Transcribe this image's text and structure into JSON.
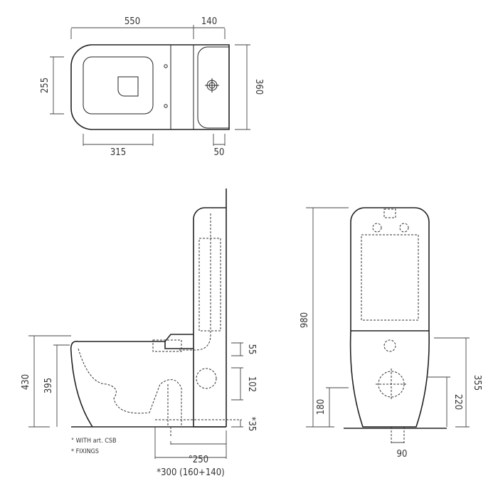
{
  "top_view": {
    "dim_length": "550",
    "dim_tank_depth": "140",
    "dim_seat_width": "255",
    "dim_width": "360",
    "dim_bowl_opening": "315",
    "dim_tap_offset": "50"
  },
  "side_view": {
    "dim_total_height": "430",
    "dim_rim_height": "395",
    "dim_inlet_55": "55",
    "dim_inlet_102": "102",
    "dim_floor_35": "*35",
    "dim_250": "°250",
    "dim_300": "*300 (160+140)",
    "note_csb": "° WITH art. CSB",
    "note_fixings": "* FIXINGS"
  },
  "front_view": {
    "dim_overall_height": "980",
    "dim_180": "180",
    "dim_355": "355",
    "dim_220": "220",
    "dim_90": "90"
  }
}
